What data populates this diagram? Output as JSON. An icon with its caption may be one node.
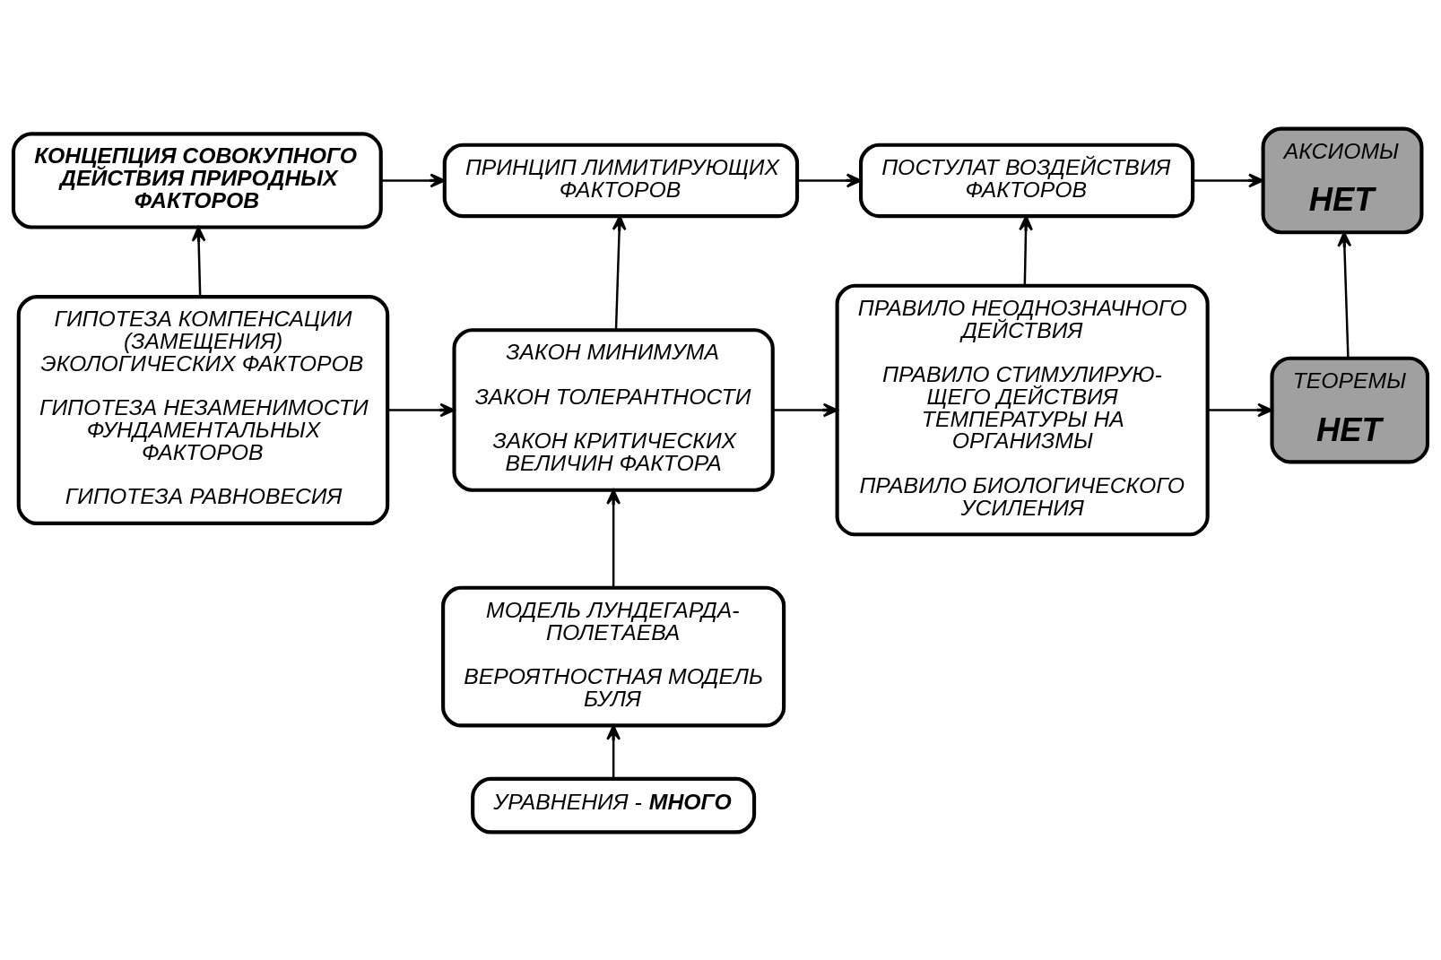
{
  "diagram": {
    "nodes": [
      {
        "text": [
          "КОНЦЕПЦИЯ СОВОКУПНОГО ДЕЙСТВИЯ ПРИРОДНЫХ ФАКТОРОВ"
        ]
      },
      {
        "text": [
          "ПРИНЦИП ЛИМИТИРУЮЩИХ ФАКТОРОВ"
        ]
      },
      {
        "text": [
          "ПОСТУЛАТ ВОЗДЕЙСТВИЯ ФАКТОРОВ"
        ]
      },
      {
        "text": [
          "АКСИОМЫ",
          "НЕТ"
        ]
      },
      {
        "text": [
          "ГИПОТЕЗА КОМПЕНСАЦИИ (ЗАМЕЩЕНИЯ) ЭКОЛОГИЧЕСКИХ ФАКТОРОВ",
          "ГИПОТЕЗА НЕЗАМЕНИМОСТИ ФУНДАМЕНТАЛЬНЫХ ФАКТОРОВ",
          "ГИПОТЕЗА РАВНОВЕСИЯ"
        ]
      },
      {
        "text": [
          "ЗАКОН МИНИМУМА",
          "ЗАКОН ТОЛЕРАНТНОСТИ",
          "ЗАКОН КРИТИЧЕСКИХ ВЕЛИЧИН ФАКТОРА"
        ]
      },
      {
        "text": [
          "ПРАВИЛО НЕОДНОЗНАЧНОГО ДЕЙСТВИЯ",
          "ПРАВИЛО СТИМУЛИРУЮ- ЩЕГО ДЕЙСТВИЯ ТЕМПЕРАТУРЫ НА ОРГАНИЗМЫ",
          "ПРАВИЛО БИОЛОГИЧЕСКОГО УСИЛЕНИЯ"
        ]
      },
      {
        "text": [
          "ТЕОРЕМЫ",
          "НЕТ"
        ]
      },
      {
        "text": [
          "МОДЕЛЬ ЛУНДЕГАРДА- ПОЛЕТАЕВА",
          "ВЕРОЯТНОСТНАЯ МОДЕЛЬ БУЛЯ"
        ]
      },
      {
        "text": [
          "УРАВНЕНИЯ - **МНОГО**"
        ]
      }
    ],
    "edges": [
      {
        "from": 0,
        "to": 1,
        "arrow": "to"
      },
      {
        "from": 1,
        "to": 2,
        "arrow": "to"
      },
      {
        "from": 2,
        "to": 3,
        "arrow": "to"
      },
      {
        "from": 4,
        "to": 0,
        "arrow": "to"
      },
      {
        "from": 5,
        "to": 1,
        "arrow": "to"
      },
      {
        "from": 6,
        "to": 2,
        "arrow": "to"
      },
      {
        "from": 7,
        "to": 3,
        "arrow": "to"
      },
      {
        "from": 4,
        "to": 5,
        "arrow": "to"
      },
      {
        "from": 5,
        "to": 6,
        "arrow": "to"
      },
      {
        "from": 6,
        "to": 7,
        "arrow": "to"
      },
      {
        "from": 8,
        "to": 5,
        "arrow": "to"
      },
      {
        "from": 9,
        "to": 8,
        "arrow": "to"
      }
    ]
  }
}
